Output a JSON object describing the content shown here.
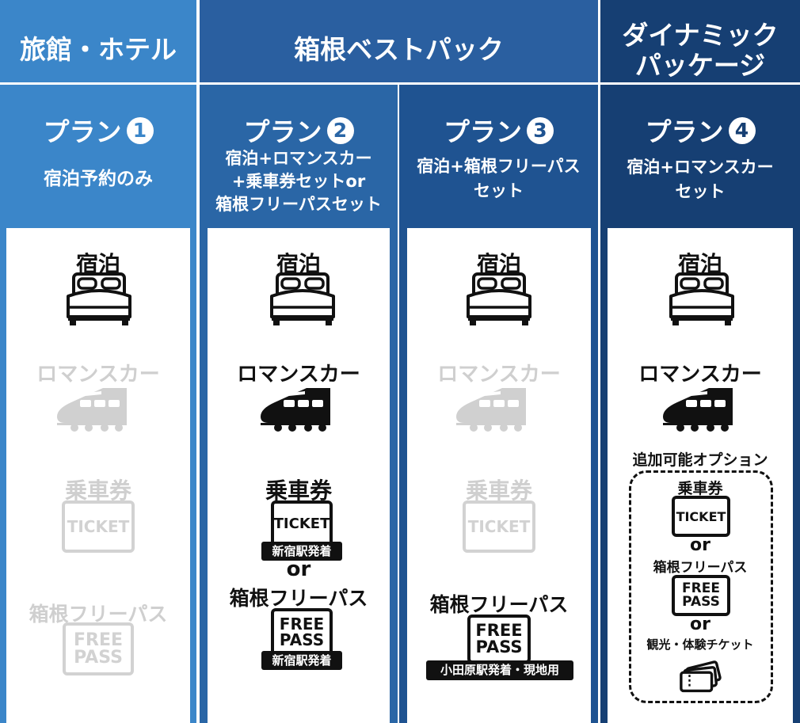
{
  "colors": {
    "col1": "#3b86c9",
    "col2": "#2a66a6",
    "col3": "#1f5391",
    "col4": "#163f73",
    "card": "#ffffff",
    "ink": "#111111",
    "dim": "#d0d0d0"
  },
  "headers": {
    "ryokan": "旅館・ホテル",
    "bestpack": "箱根ベストパック",
    "dynamic_line1": "ダイナミック",
    "dynamic_line2": "パッケージ"
  },
  "plans": [
    {
      "title": "プラン",
      "num": "1",
      "desc": [
        "宿泊予約のみ"
      ]
    },
    {
      "title": "プラン",
      "num": "2",
      "desc": [
        "宿泊+ロマンスカー",
        "+乗車券セットor",
        "箱根フリーパスセット"
      ]
    },
    {
      "title": "プラン",
      "num": "3",
      "desc": [
        "宿泊+箱根フリーパス",
        "セット"
      ]
    },
    {
      "title": "プラン",
      "num": "4",
      "desc": [
        "宿泊+ロマンスカー",
        "セット"
      ]
    }
  ],
  "labels": {
    "stay": "宿泊",
    "romancecar": "ロマンスカー",
    "ticket_label": "乗車券",
    "ticket_text": "TICKET",
    "freepass_label": "箱根フリーパス",
    "free": "FREE",
    "pass": "PASS",
    "or": "or",
    "shinjuku": "新宿駅発着",
    "odawara": "小田原駅発着・現地用",
    "option_title": "追加可能オプション",
    "sightseeing": "観光・体験チケット"
  },
  "icons": [
    "bed-icon",
    "train-icon",
    "ticket-icon",
    "free-pass-icon",
    "tickets-icon"
  ]
}
